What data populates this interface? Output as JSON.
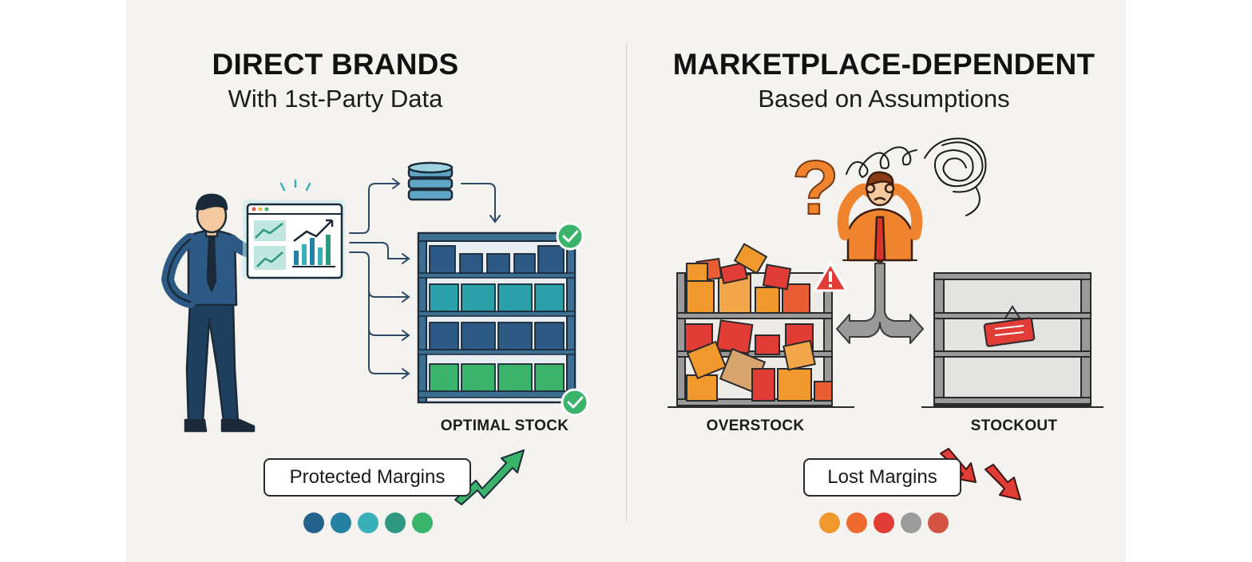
{
  "left": {
    "title": "DIRECT BRANDS",
    "subtitle": "With 1st-Party Data",
    "stock_label": "OPTIMAL STOCK",
    "margin_label": "Protected Margins",
    "palette": [
      "#23628b",
      "#2481a3",
      "#38b0b8",
      "#2f9880",
      "#3ab46a"
    ]
  },
  "right": {
    "title": "MARKETPLACE-DEPENDENT",
    "subtitle": "Based on Assumptions",
    "overstock_label": "OVERSTOCK",
    "stockout_label": "STOCKOUT",
    "margin_label": "Lost Margins",
    "palette": [
      "#f2992e",
      "#ef6a2e",
      "#e13c35",
      "#9b9b9b",
      "#d25443"
    ]
  }
}
